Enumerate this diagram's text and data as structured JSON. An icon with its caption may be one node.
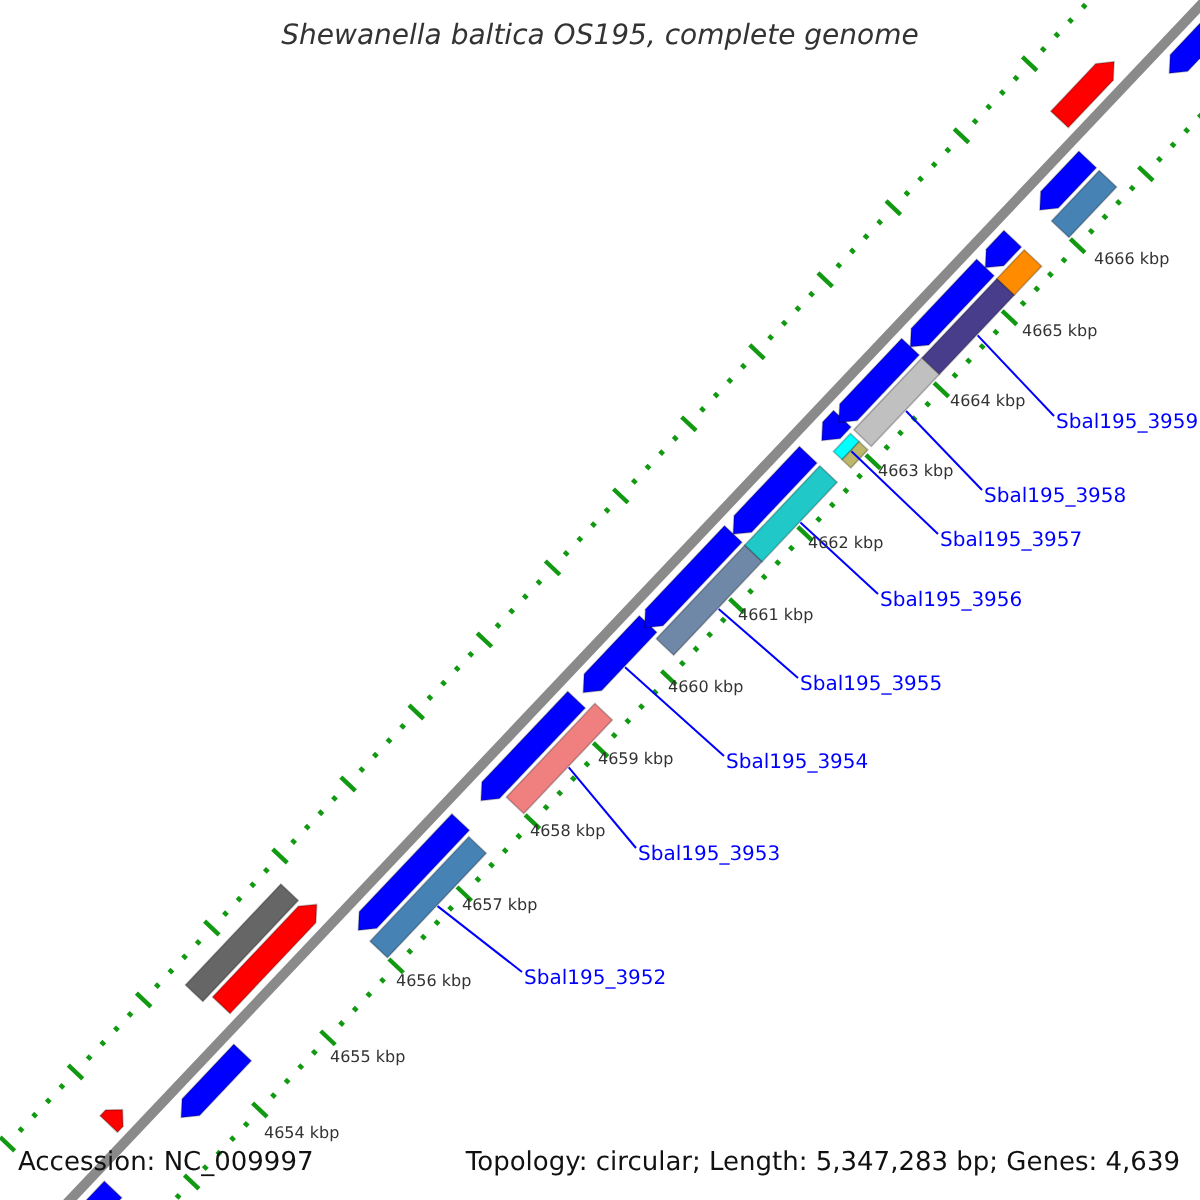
{
  "diagram": {
    "title": "Shewanella baltica OS195, complete genome",
    "nodes": [
      {
        "text": [
          "Sbal195_3952"
        ]
      },
      {
        "text": [
          "Sbal195_3953"
        ]
      },
      {
        "text": [
          "Sbal195_3954"
        ]
      },
      {
        "text": [
          "Sbal195_3955"
        ]
      },
      {
        "text": [
          "Sbal195_3956"
        ]
      },
      {
        "text": [
          "Sbal195_3957"
        ]
      },
      {
        "text": [
          "Sbal195_3958"
        ]
      },
      {
        "text": [
          "Sbal195_3959"
        ]
      },
      {
        "text": [],
        "shape": "arrow"
      },
      {
        "text": [],
        "shape": "arrow"
      },
      {
        "text": [],
        "shape": "arrow"
      },
      {
        "text": [],
        "shape": "bar"
      },
      {
        "text": [],
        "shape": "arrow"
      },
      {
        "text": [],
        "shape": "arrow"
      },
      {
        "text": [],
        "shape": "bar"
      },
      {
        "text": [],
        "shape": "arrow"
      },
      {
        "text": [],
        "shape": "bar"
      },
      {
        "text": [],
        "shape": "arrow"
      },
      {
        "text": [],
        "shape": "arrow"
      },
      {
        "text": [],
        "shape": "bar"
      },
      {
        "text": [],
        "shape": "arrow"
      },
      {
        "text": [],
        "shape": "bar"
      },
      {
        "text": [],
        "shape": "arrow"
      },
      {
        "text": [],
        "shape": "bar"
      },
      {
        "text": [],
        "shape": "bar"
      },
      {
        "text": [],
        "shape": "arrow"
      },
      {
        "text": [],
        "shape": "bar"
      },
      {
        "text": [],
        "shape": "arrow"
      },
      {
        "text": [],
        "shape": "bar"
      },
      {
        "text": [],
        "shape": "arrow"
      },
      {
        "text": [],
        "shape": "bar"
      },
      {
        "text": [],
        "shape": "arrow"
      },
      {
        "text": [],
        "shape": "bar"
      },
      {
        "text": [],
        "shape": "arrow"
      },
      {
        "text": [],
        "shape": "arrow"
      }
    ],
    "edges": [
      {
        "from": 0,
        "to": 14,
        "arrow": "none"
      },
      {
        "from": 1,
        "to": 16,
        "arrow": "none"
      },
      {
        "from": 2,
        "to": 17,
        "arrow": "none"
      },
      {
        "from": 3,
        "to": 19,
        "arrow": "none"
      },
      {
        "from": 4,
        "to": 21,
        "arrow": "none"
      },
      {
        "from": 5,
        "to": 23,
        "arrow": "none"
      },
      {
        "from": 6,
        "to": 26,
        "arrow": "none"
      },
      {
        "from": 7,
        "to": 28,
        "arrow": "none"
      }
    ],
    "labels": [
      "4666 kbp",
      "4665 kbp",
      "4664 kbp",
      "4663 kbp",
      "4662 kbp",
      "4661 kbp",
      "4660 kbp",
      "4659 kbp",
      "4658 kbp",
      "4657 kbp",
      "4656 kbp",
      "4655 kbp",
      "4654 kbp",
      "Accession: NC_009997",
      "Topology: circular; Length: 5,347,283 bp; Genes: 4,639"
    ]
  }
}
